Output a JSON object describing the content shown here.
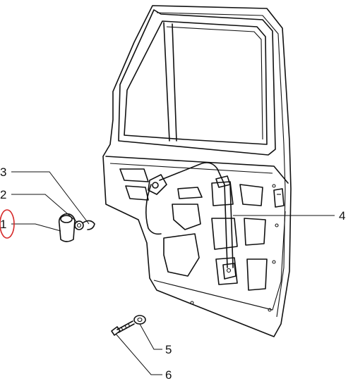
{
  "callouts": [
    {
      "id": "1",
      "label": "1",
      "highlighted": true
    },
    {
      "id": "2",
      "label": "2"
    },
    {
      "id": "3",
      "label": "3"
    },
    {
      "id": "4",
      "label": "4"
    },
    {
      "id": "5",
      "label": "5"
    },
    {
      "id": "6",
      "label": "6"
    }
  ],
  "colors": {
    "line": "#111111",
    "highlight": "#d62828",
    "background": "#ffffff"
  }
}
